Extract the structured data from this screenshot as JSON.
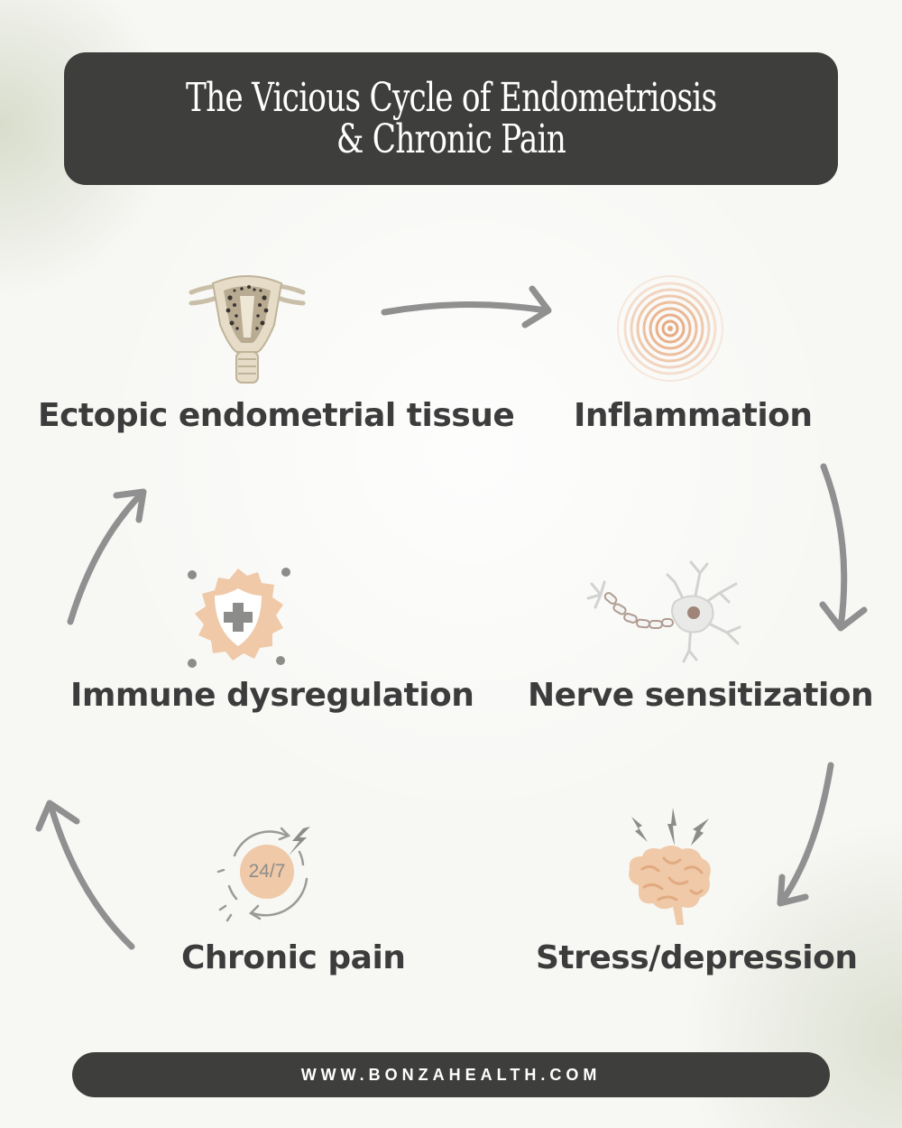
{
  "header": {
    "title_line1": "The Vicious Cycle of Endometriosis",
    "title_line2": "& Chronic Pain"
  },
  "cycle": {
    "nodes": [
      {
        "label": "Ectopic endometrial tissue",
        "icon": "uterus-icon"
      },
      {
        "label": "Inflammation",
        "icon": "ripple-circles-icon"
      },
      {
        "label": "Nerve sensitization",
        "icon": "neuron-icon"
      },
      {
        "label": "Stress/depression",
        "icon": "brain-lightning-icon"
      },
      {
        "label": "Chronic pain",
        "icon": "clock-24-7-icon"
      },
      {
        "label": "Immune dysregulation",
        "icon": "immune-shield-icon"
      }
    ],
    "clock_text": "24/7"
  },
  "footer": {
    "url": "WWW.BONZAHEALTH.COM"
  },
  "colors": {
    "dark_box": "#3e3e3c",
    "label_text": "#3c3c3c",
    "arrow": "#909090",
    "accent_peach": "#efc9a8",
    "background": "#f7f7f4"
  }
}
